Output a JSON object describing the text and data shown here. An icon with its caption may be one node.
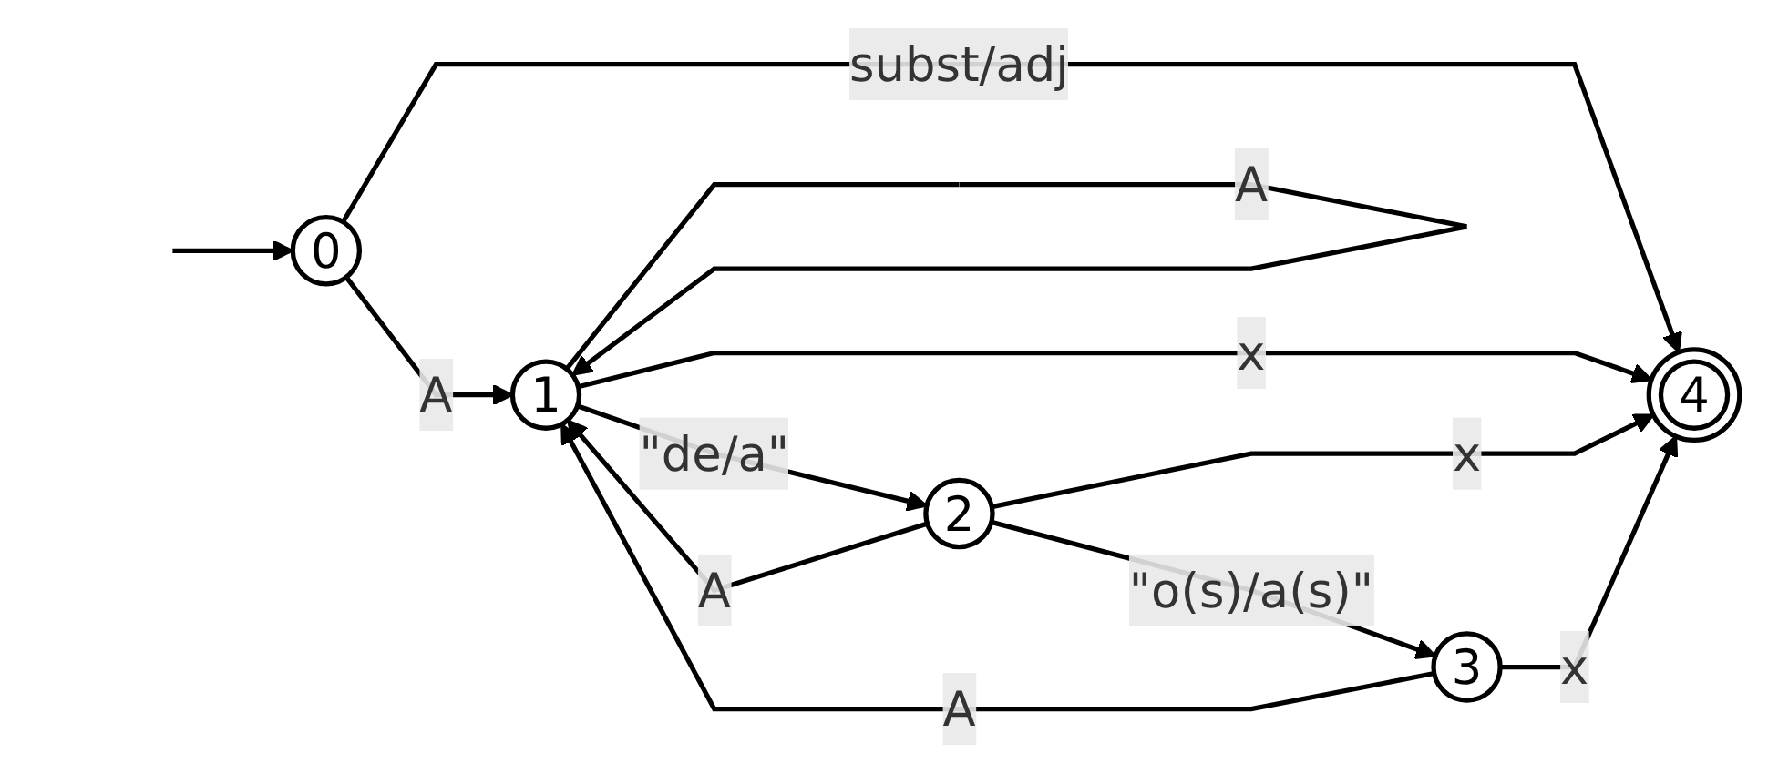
{
  "diagram": {
    "nodes": [
      {
        "text": [
          "0"
        ]
      },
      {
        "text": [
          "1"
        ]
      },
      {
        "text": [
          "2"
        ]
      },
      {
        "text": [
          "3"
        ]
      },
      {
        "text": [
          "4"
        ]
      }
    ],
    "edges": [
      {
        "from": null,
        "to": 0,
        "arrow": "to"
      },
      {
        "from": 0,
        "to": 1,
        "arrow": "to",
        "label": "A"
      },
      {
        "from": 0,
        "to": 4,
        "arrow": "to",
        "label": "subst/adj"
      },
      {
        "from": 1,
        "to": 4,
        "arrow": "to",
        "label": "x"
      },
      {
        "from": 1,
        "to": 2,
        "arrow": "to",
        "label": "\"de/a\""
      },
      {
        "from": 2,
        "to": 4,
        "arrow": "to",
        "label": "x"
      },
      {
        "from": 2,
        "to": 3,
        "arrow": "to",
        "label": "\"o(s)/a(s)\""
      },
      {
        "from": 3,
        "to": 4,
        "arrow": "to",
        "label": "x"
      },
      {
        "from": 1,
        "to": 1,
        "arrow": "to",
        "label": "A"
      },
      {
        "from": 2,
        "to": 1,
        "arrow": "to",
        "label": "A"
      },
      {
        "from": 3,
        "to": 1,
        "arrow": "to",
        "label": "A"
      }
    ]
  }
}
